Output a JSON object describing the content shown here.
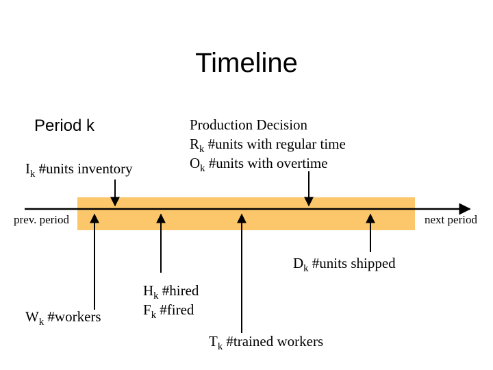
{
  "title": "Timeline",
  "period_label": "Period k",
  "production_decision": {
    "heading": "Production Decision",
    "regular": {
      "symbol": "R",
      "sub": "k",
      "text": " #units with regular time"
    },
    "overtime": {
      "symbol": "O",
      "sub": "k",
      "text": " #units with overtime"
    }
  },
  "inventory": {
    "symbol": "I",
    "sub": "k",
    "text": " #units inventory"
  },
  "timeline": {
    "start_label": "prev. period",
    "end_label": "next period"
  },
  "shipped": {
    "symbol": "D",
    "sub": "k",
    "text": " #units shipped"
  },
  "hired": {
    "symbol": "H",
    "sub": "k",
    "text": " #hired"
  },
  "fired": {
    "symbol": "F",
    "sub": "k",
    "text": " #fired"
  },
  "workers": {
    "symbol": "W",
    "sub": "k",
    "text": " #workers"
  },
  "trained": {
    "symbol": "T",
    "sub": "k",
    "text": " #trained workers"
  },
  "colors": {
    "period_band": "#fcc76a",
    "ink": "#000000",
    "background": "#ffffff"
  }
}
